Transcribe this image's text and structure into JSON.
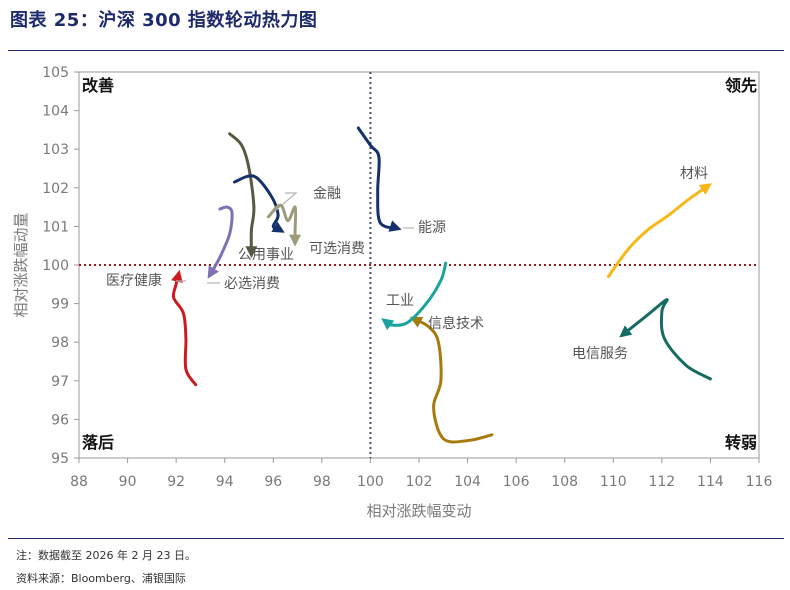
{
  "header": {
    "title": "图表 25：沪深 300 指数轮动热力图"
  },
  "footer": {
    "note": "注：数据截至 2026 年 2 月 23 日。",
    "source": "资料来源：Bloomberg、浦银国际"
  },
  "chart_data": {
    "type": "line",
    "xlabel": "相对涨跌幅变动",
    "ylabel": "相对涨跌幅动量",
    "xlim": [
      88,
      116
    ],
    "ylim": [
      95,
      105
    ],
    "x_ticks": [
      "88",
      "90",
      "92",
      "94",
      "96",
      "98",
      "100",
      "102",
      "104",
      "106",
      "108",
      "110",
      "112",
      "114",
      "116"
    ],
    "y_ticks": [
      "95",
      "96",
      "97",
      "98",
      "99",
      "100",
      "101",
      "102",
      "103",
      "104",
      "105"
    ],
    "reference_lines": {
      "x": 100,
      "y": 100
    },
    "quadrants": {
      "top_left": "改善",
      "top_right": "领先",
      "bottom_left": "落后",
      "bottom_right": "转弱"
    },
    "grid": false,
    "series": [
      {
        "name": "材料",
        "color": "#f5b818",
        "points": [
          [
            109.8,
            99.7
          ],
          [
            110.6,
            100.4
          ],
          [
            111.4,
            100.9
          ],
          [
            112.3,
            101.3
          ],
          [
            113.1,
            101.7
          ],
          [
            113.9,
            102.05
          ]
        ]
      },
      {
        "name": "电信服务",
        "color": "#156b61",
        "points": [
          [
            114.0,
            97.05
          ],
          [
            113.0,
            97.4
          ],
          [
            112.1,
            98.1
          ],
          [
            112.0,
            98.8
          ],
          [
            112.2,
            99.1
          ],
          [
            111.4,
            98.7
          ],
          [
            110.4,
            98.2
          ]
        ]
      },
      {
        "name": "信息技术",
        "color": "#a67b0c",
        "points": [
          [
            105.0,
            95.6
          ],
          [
            104.0,
            95.45
          ],
          [
            103.0,
            95.5
          ],
          [
            102.6,
            96.3
          ],
          [
            102.9,
            97.0
          ],
          [
            102.8,
            98.0
          ],
          [
            102.4,
            98.4
          ],
          [
            101.8,
            98.6
          ]
        ]
      },
      {
        "name": "工业",
        "color": "#1aa39d",
        "points": [
          [
            103.1,
            100.05
          ],
          [
            102.9,
            99.6
          ],
          [
            102.3,
            99.0
          ],
          [
            101.5,
            98.5
          ],
          [
            100.8,
            98.45
          ],
          [
            100.6,
            98.55
          ]
        ]
      },
      {
        "name": "能源",
        "color": "#16306b",
        "points": [
          [
            99.5,
            103.55
          ],
          [
            100.0,
            103.1
          ],
          [
            100.35,
            102.8
          ],
          [
            100.3,
            101.9
          ],
          [
            100.4,
            101.1
          ],
          [
            101.1,
            100.95
          ]
        ]
      },
      {
        "name": "医疗健康",
        "color": "#cc1b1f",
        "points": [
          [
            92.8,
            96.9
          ],
          [
            92.4,
            97.3
          ],
          [
            92.4,
            98.1
          ],
          [
            92.3,
            98.75
          ],
          [
            91.9,
            99.15
          ],
          [
            92.0,
            99.5
          ],
          [
            92.1,
            99.75
          ]
        ]
      },
      {
        "name": "必选消费",
        "color": "#7d72b5",
        "points": [
          [
            93.8,
            101.45
          ],
          [
            94.1,
            101.5
          ],
          [
            94.3,
            101.35
          ],
          [
            94.2,
            100.8
          ],
          [
            93.8,
            100.2
          ],
          [
            93.4,
            99.75
          ]
        ]
      },
      {
        "name": "公用事业",
        "color": "#555b43",
        "points": [
          [
            94.2,
            103.4
          ],
          [
            94.7,
            103.1
          ],
          [
            95.0,
            102.5
          ],
          [
            95.2,
            101.5
          ],
          [
            95.1,
            100.9
          ],
          [
            95.1,
            100.3
          ]
        ]
      },
      {
        "name": "金融",
        "color": "#16306b",
        "points": [
          [
            94.4,
            102.15
          ],
          [
            95.2,
            102.3
          ],
          [
            95.9,
            101.8
          ],
          [
            96.2,
            101.3
          ],
          [
            96.0,
            101.0
          ],
          [
            96.3,
            100.9
          ]
        ]
      },
      {
        "name": "可选消费",
        "color": "#9c9c7d",
        "points": [
          [
            95.8,
            101.25
          ],
          [
            96.3,
            101.55
          ],
          [
            96.6,
            101.15
          ],
          [
            96.9,
            101.5
          ],
          [
            96.9,
            100.9
          ],
          [
            96.9,
            100.6
          ]
        ]
      }
    ]
  }
}
